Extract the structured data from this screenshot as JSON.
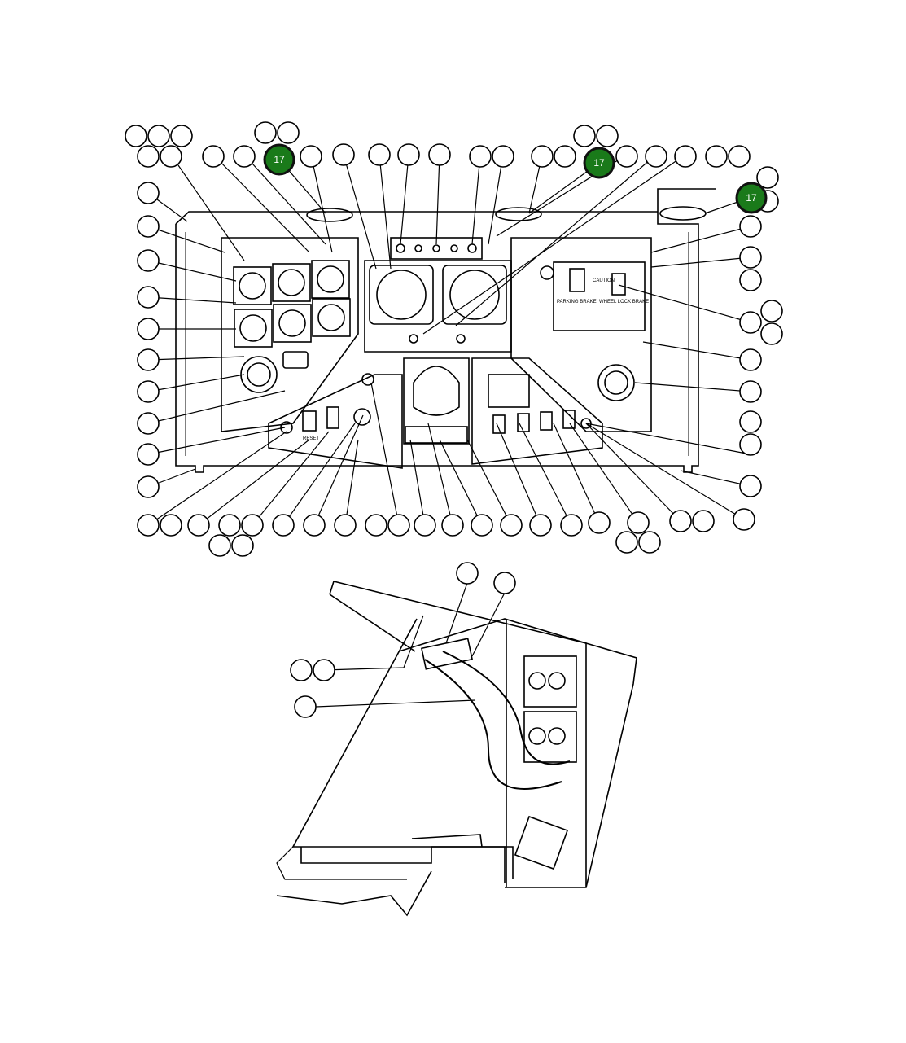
{
  "figure": {
    "highlight_color": "#1a7a1a",
    "highlight_border": "#111111",
    "callout_label": "17",
    "highlighted_callouts": [
      {
        "id": "callout-17-a",
        "label": "17"
      },
      {
        "id": "callout-17-b",
        "label": "17"
      },
      {
        "id": "callout-17-c",
        "label": "17"
      }
    ],
    "panel_text": {
      "reset_label": "RESET",
      "parking_brake_label": "PARKING BRAKE",
      "wheel_lock_brake_label": "WHEEL LOCK BRAKE",
      "caution_label": "CAUTION"
    }
  }
}
